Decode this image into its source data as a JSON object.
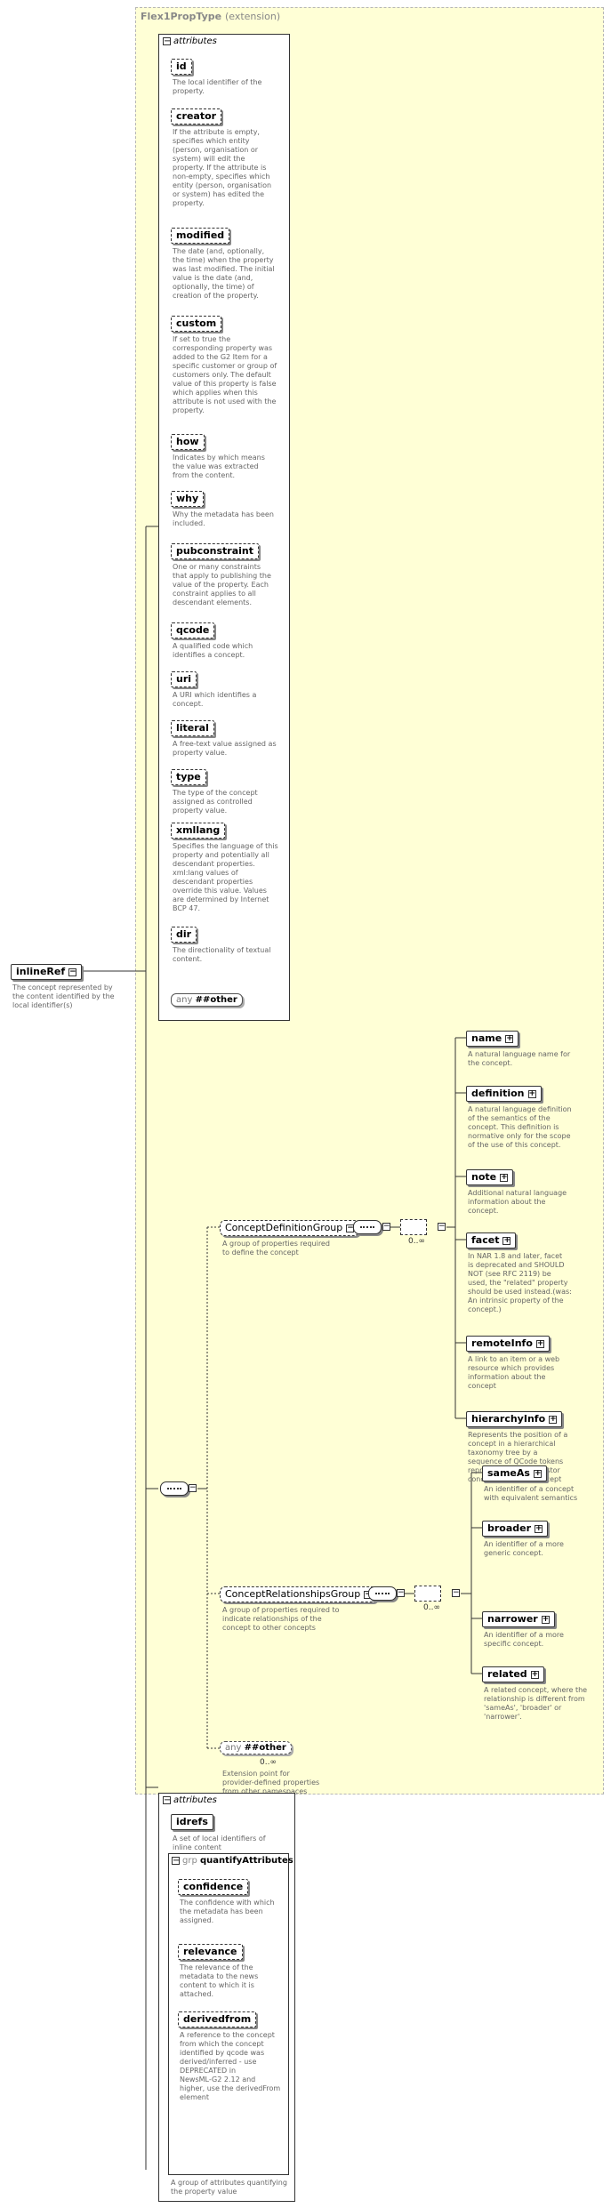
{
  "extension": {
    "title": "Flex1PropType",
    "subtitle": "(extension)"
  },
  "attributes_label": "attributes",
  "attributes": [
    {
      "name": "id",
      "desc": [
        "The local identifier of the",
        "property."
      ]
    },
    {
      "name": "creator",
      "desc": [
        "If the attribute is empty,",
        "specifies which entity",
        "(person, organisation or",
        "system) will edit the",
        "property. If the attribute is",
        "non-empty, specifies which",
        "entity (person, organisation",
        "or system) has edited the",
        "property."
      ]
    },
    {
      "name": "modified",
      "desc": [
        "The date (and, optionally,",
        "the time) when the property",
        "was last modified. The initial",
        "value is the date (and,",
        "optionally, the time) of",
        "creation of the property."
      ]
    },
    {
      "name": "custom",
      "desc": [
        "If set to true the",
        "corresponding property was",
        "added to the G2 Item for a",
        "specific customer or group of",
        "customers only. The default",
        "value of this property is false",
        "which applies when this",
        "attribute is not used with the",
        "property."
      ]
    },
    {
      "name": "how",
      "desc": [
        "Indicates by which means",
        "the value was extracted",
        "from the content."
      ]
    },
    {
      "name": "why",
      "desc": [
        "Why the metadata has been",
        "included."
      ]
    },
    {
      "name": "pubconstraint",
      "desc": [
        "One or many constraints",
        "that apply to publishing the",
        "value of the property. Each",
        "constraint applies to all",
        "descendant elements."
      ]
    },
    {
      "name": "qcode",
      "desc": [
        "A qualified code which",
        "identifies a concept."
      ]
    },
    {
      "name": "uri",
      "desc": [
        "A URI which identifies a",
        "concept."
      ]
    },
    {
      "name": "literal",
      "desc": [
        "A free-text value assigned as",
        "property value."
      ]
    },
    {
      "name": "type",
      "desc": [
        "The type of the concept",
        "assigned as controlled",
        "property value."
      ]
    },
    {
      "name": "xmllang",
      "desc": [
        "Specifies the language of this",
        "property and potentially all",
        "descendant properties.",
        "xml:lang values of",
        "descendant properties",
        "override this value. Values",
        "are determined by Internet",
        "BCP 47."
      ]
    },
    {
      "name": "dir",
      "desc": [
        "The directionality of textual",
        "content."
      ]
    }
  ],
  "any_attr": {
    "label": "any",
    "value": "##other"
  },
  "root": {
    "name": "inlineRef",
    "desc": [
      "The concept represented by",
      "the content identified by the",
      "local identifier(s)"
    ]
  },
  "concept_def_group": {
    "name": "ConceptDefinitionGroup",
    "desc": [
      "A group of properties required",
      "to define the concept"
    ],
    "occurs": "0..∞"
  },
  "concept_def_items": [
    {
      "name": "name",
      "desc": [
        "A natural language name for",
        "the concept."
      ]
    },
    {
      "name": "definition",
      "desc": [
        "A natural language definition",
        "of the semantics of the",
        "concept. This definition is",
        "normative only for the scope",
        "of the use of this concept."
      ]
    },
    {
      "name": "note",
      "desc": [
        "Additional natural language",
        "information about the",
        "concept."
      ]
    },
    {
      "name": "facet",
      "desc": [
        "In NAR 1.8 and later, facet",
        "is deprecated and SHOULD",
        "NOT (see RFC 2119) be",
        "used, the \"related\" property",
        "should be used instead.(was:",
        "An intrinsic property of the",
        "concept.)"
      ]
    },
    {
      "name": "remoteInfo",
      "desc": [
        "A link to an item or a web",
        "resource which provides",
        "information about the",
        "concept"
      ]
    },
    {
      "name": "hierarchyInfo",
      "desc": [
        "Represents the position of a",
        "concept in a hierarchical",
        "taxonomy tree by a",
        "sequence of QCode tokens",
        "representing the ancestor",
        "concepts and this concept"
      ]
    }
  ],
  "concept_rel_group": {
    "name": "ConceptRelationshipsGroup",
    "desc": [
      "A group of properties required to",
      "indicate relationships of the",
      "concept to other concepts"
    ],
    "occurs": "0..∞"
  },
  "concept_rel_items": [
    {
      "name": "sameAs",
      "desc": [
        "An identifier of a concept",
        "with equivalent semantics"
      ]
    },
    {
      "name": "broader",
      "desc": [
        "An identifier of a more",
        "generic concept."
      ]
    },
    {
      "name": "narrower",
      "desc": [
        "An identifier of a more",
        "specific concept."
      ]
    },
    {
      "name": "related",
      "desc": [
        "A related concept, where the",
        "relationship is different from",
        "'sameAs', 'broader' or",
        "'narrower'."
      ]
    }
  ],
  "any_elem": {
    "label": "any",
    "value": "##other",
    "occurs": "0..∞",
    "desc": [
      "Extension point for",
      "provider-defined properties",
      "from other namespaces"
    ]
  },
  "attributes2": [
    {
      "name": "idrefs",
      "desc": [
        "A set of local identifiers of",
        "inline content"
      ]
    }
  ],
  "quantify": {
    "prefix": "grp",
    "name": "quantifyAttributes",
    "items": [
      {
        "name": "confidence",
        "desc": [
          "The confidence with which",
          "the metadata has been",
          "assigned."
        ]
      },
      {
        "name": "relevance",
        "desc": [
          "The relevance of the",
          "metadata to the news",
          "content to which it is",
          "attached."
        ]
      },
      {
        "name": "derivedfrom",
        "desc": [
          "A reference to the concept",
          "from which the concept",
          "identified by qcode was",
          "derived/inferred - use",
          "DEPRECATED in",
          "NewsML-G2 2.12 and",
          "higher, use the derivedFrom",
          "element"
        ]
      }
    ],
    "desc": [
      "A group of attributes quantifying",
      "the property value"
    ]
  },
  "colors": {
    "ext_bg": "#ffffd6",
    "line": "#333333",
    "desc_text": "#666666"
  }
}
